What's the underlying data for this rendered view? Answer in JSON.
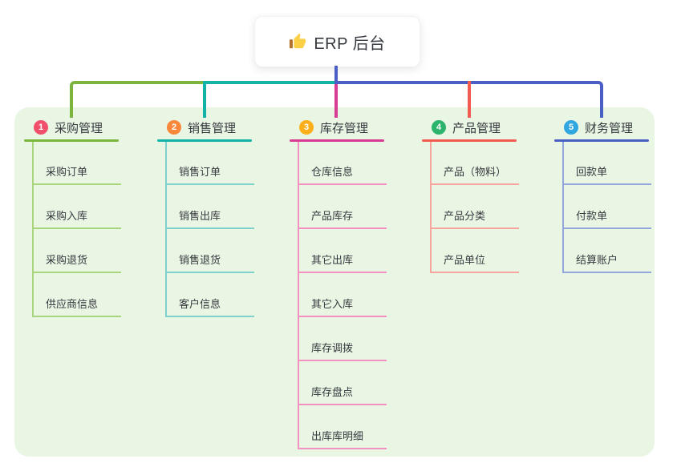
{
  "root": {
    "icon": "thumbs-up-icon",
    "label": "ERP 后台"
  },
  "branches": [
    {
      "badge": "1",
      "title": "采购管理",
      "badge_color": "#f1506c",
      "line_color": "#7cb53e",
      "child_line_color": "#a9d57f",
      "children": [
        "采购订单",
        "采购入库",
        "采购退货",
        "供应商信息"
      ]
    },
    {
      "badge": "2",
      "title": "销售管理",
      "badge_color": "#f9883b",
      "line_color": "#12b2a8",
      "child_line_color": "#7ed2cb",
      "children": [
        "销售订单",
        "销售出库",
        "销售退货",
        "客户信息"
      ]
    },
    {
      "badge": "3",
      "title": "库存管理",
      "badge_color": "#fcaf1b",
      "line_color": "#d73b94",
      "child_line_color": "#f391c3",
      "children": [
        "仓库信息",
        "产品库存",
        "其它出库",
        "其它入库",
        "库存调拨",
        "库存盘点",
        "出库库明细"
      ]
    },
    {
      "badge": "4",
      "title": "产品管理",
      "badge_color": "#2cb36c",
      "line_color": "#f15b52",
      "child_line_color": "#f7a59e",
      "children": [
        "产品（物料）",
        "产品分类",
        "产品单位"
      ]
    },
    {
      "badge": "5",
      "title": "财务管理",
      "badge_color": "#30a6e1",
      "line_color": "#4a5fc4",
      "child_line_color": "#93a7dd",
      "children": [
        "回款单",
        "付款单",
        "结算账户"
      ]
    }
  ],
  "colors": {
    "canvas_bg": "#ffffff",
    "panel_bg": "#eaf6e4",
    "stem": "#4a5fc4",
    "node_text": "#35393f"
  }
}
